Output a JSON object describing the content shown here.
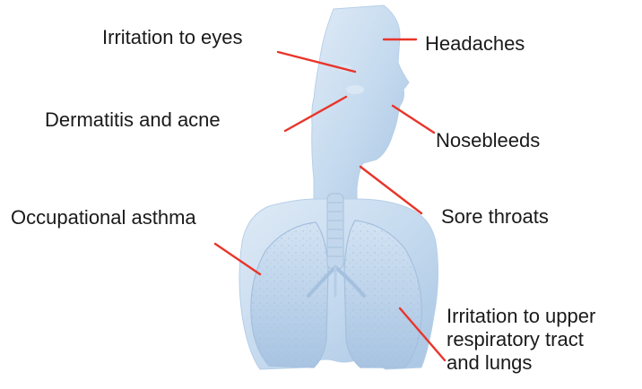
{
  "diagram": {
    "labels": {
      "headaches": "Headaches",
      "irritation_eyes": "Irritation to eyes",
      "dermatitis": "Dermatitis and acne",
      "nosebleeds": "Nosebleeds",
      "sore_throats": "Sore throats",
      "occupational_asthma": "Occupational asthma",
      "upper_respiratory": [
        "Irritation to upper",
        "respiratory tract",
        "and lungs"
      ]
    },
    "colors": {
      "pointer": "#e8352a",
      "body": "#c9ddf0",
      "body_outline": "#aac6e2",
      "lung": "#b7d0ea",
      "text": "#1a1a1a"
    },
    "icons": {
      "figure": "human-head-and-lungs-illustration"
    }
  }
}
